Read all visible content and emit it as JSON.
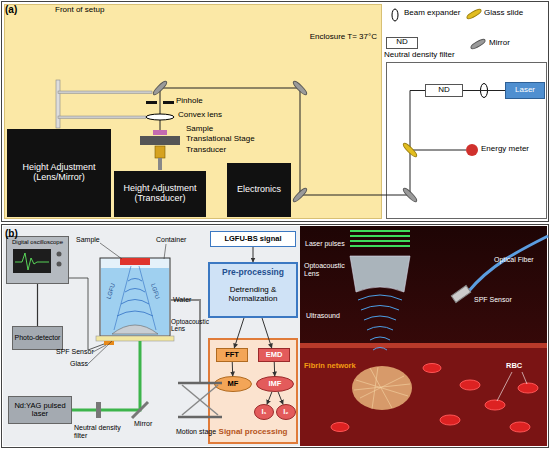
{
  "diagram": {
    "nodes": [
      {
        "text": [
          "Front of setup",
          "Enclosure T= 37°C"
        ]
      },
      {
        "text": [
          "Height Adjustment (Lens/Mirror)"
        ],
        "in": 0
      },
      {
        "text": [
          "Height Adjustment (Transducer)"
        ],
        "in": 0
      },
      {
        "text": [
          "Electronics"
        ],
        "in": 0
      },
      {
        "text": [
          "ND"
        ]
      },
      {
        "text": [
          "Laser"
        ]
      },
      {
        "text": [
          "Digital oscilloscope"
        ]
      },
      {
        "text": [
          "Photo-detector"
        ]
      },
      {
        "text": [
          "Nd:YAG pulsed laser"
        ]
      },
      {
        "text": [
          "LGFU-BS signal"
        ]
      },
      {
        "text": [
          "Pre-processing",
          "Detrending & Normalization"
        ]
      },
      {
        "text": [
          "Signal processing"
        ]
      },
      {
        "text": [
          "FFT"
        ],
        "in": 11
      },
      {
        "text": [
          "EMD"
        ],
        "in": 11
      },
      {
        "text": [
          "MF"
        ],
        "in": 11
      },
      {
        "text": [
          "IMF"
        ],
        "in": 11
      },
      {
        "text": [
          "I₁"
        ],
        "in": 11
      },
      {
        "text": [
          "I₂"
        ],
        "in": 11
      }
    ],
    "edges": [
      {
        "from": 5,
        "to": 4,
        "arrow": "none"
      },
      {
        "from": 7,
        "to": 6,
        "arrow": "none"
      },
      {
        "from": 9,
        "to": 10,
        "arrow": "to"
      },
      {
        "from": 10,
        "to": 12,
        "arrow": "to"
      },
      {
        "from": 10,
        "to": 13,
        "arrow": "to"
      },
      {
        "from": 12,
        "to": 14,
        "arrow": "to"
      },
      {
        "from": 13,
        "to": 15,
        "arrow": "to"
      },
      {
        "from": 15,
        "to": 16,
        "arrow": "to"
      },
      {
        "from": 15,
        "to": 17,
        "arrow": "to"
      }
    ],
    "labels": [
      "(a)",
      "ND",
      "Pinhole",
      "Convex lens",
      "Sample",
      "Translational Stage",
      "Transducer",
      "Energy meter",
      "(b)",
      "Sample",
      "Container",
      "Water",
      "LGFU",
      "LGFU",
      "Optoacoustic Lens",
      "SPF Sensor",
      "Glass",
      "Neutral density filter",
      "Mirror",
      "Motion stage",
      "Laser pulses",
      "Optoacoustic Lens",
      "Optical Fiber",
      "SPF Sensor",
      "Ultrasound",
      "Fibrin network",
      "RBC"
    ],
    "legend": [
      {
        "text": "Beam expander"
      },
      {
        "text": "Glass slide"
      },
      {
        "text": "Neutral density filter"
      },
      {
        "text": "Mirror"
      }
    ]
  }
}
